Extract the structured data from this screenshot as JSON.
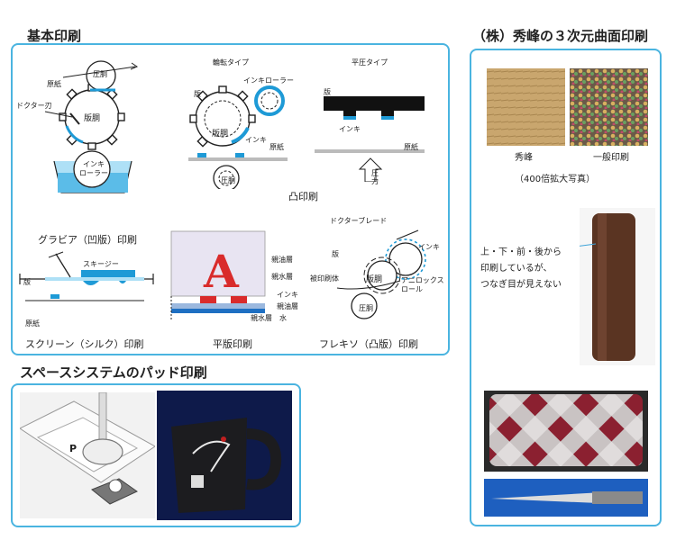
{
  "sections": {
    "basic": "基本印刷",
    "pad": "スペースシステムのパッド印刷",
    "curved": "（株）秀峰の３次元曲面印刷"
  },
  "gravure": {
    "caption": "グラビア（凹版）印刷",
    "cylinder_top": "圧胴",
    "plate": "版胴",
    "ink_roller": "インキ\nローラー",
    "paper": "原紙",
    "doctor": "ドクター刃"
  },
  "letterpress": {
    "caption": "凸印刷",
    "rotary_title": "輪転タイプ",
    "flat_title": "平圧タイプ",
    "plate_label": "版",
    "ink_roller": "インキローラー",
    "plate_cyl": "版胴",
    "ink": "インキ",
    "impression": "圧胴",
    "paper": "原紙",
    "flat_plate": "版",
    "flat_ink": "インキ",
    "flat_paper": "原紙",
    "pressure": "圧\n力"
  },
  "screen": {
    "caption": "スクリーン（シルク）印刷",
    "squeegee": "スキージー",
    "plate": "版",
    "paper": "原紙"
  },
  "offset": {
    "caption": "平版印刷",
    "letter": "A",
    "oil1": "親油層",
    "water1": "親水層",
    "ink": "インキ",
    "oil2": "親油層",
    "water2": "親水層",
    "water": "水"
  },
  "flexo": {
    "caption": "フレキソ（凸版）印刷",
    "doctor": "ドクターブレード",
    "plate": "版",
    "ink": "インキ",
    "plate_cyl": "版胴",
    "target": "被印刷体",
    "anilox": "アニロックス\nロール",
    "impression": "圧胴"
  },
  "curved": {
    "shuho": "秀峰",
    "general": "一般印刷",
    "magnification": "（400倍拡大写真）",
    "note": "上・下・前・後から\n印刷しているが、\nつなぎ目が見えない"
  },
  "pad": {
    "p_label": "P"
  },
  "colors": {
    "accent": "#4ab4e0",
    "ink_blue": "#1e9ad6",
    "offset_red": "#d92b2b"
  }
}
